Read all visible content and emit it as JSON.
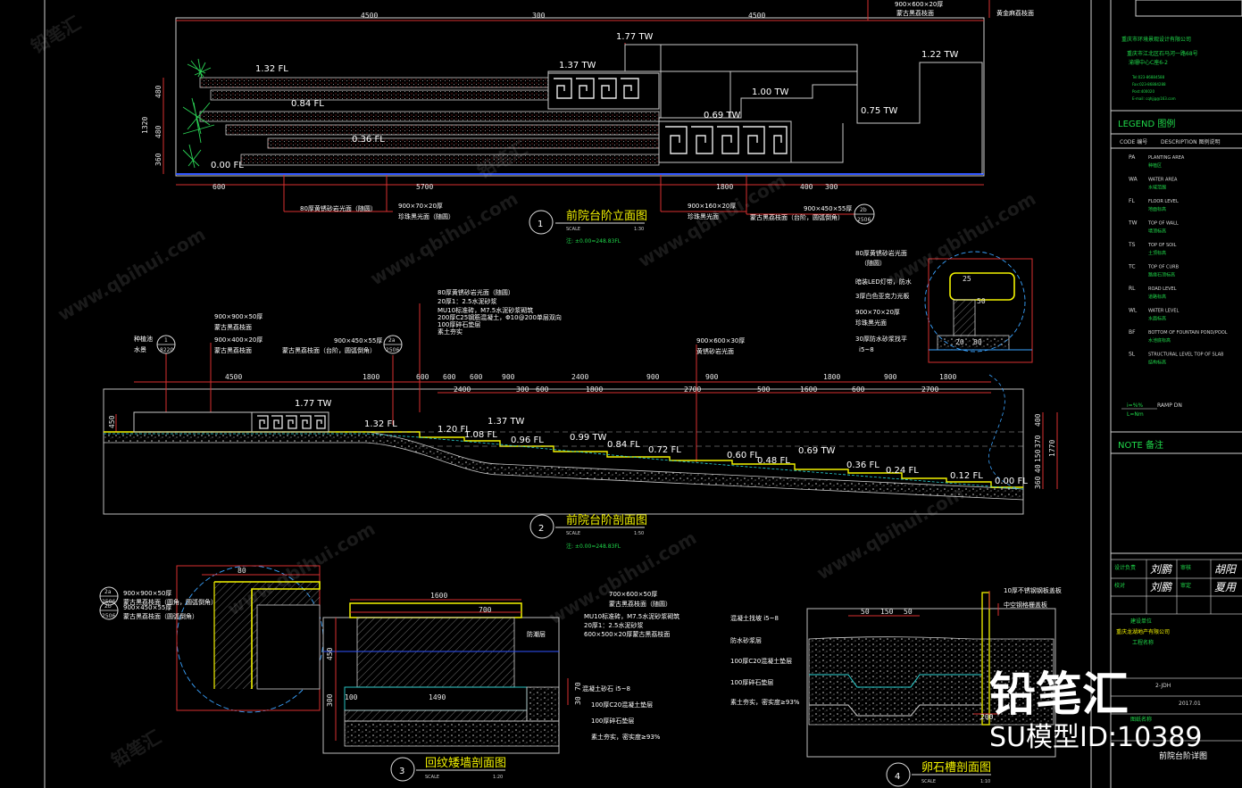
{
  "elevation": {
    "top_dims": [
      "4500",
      "300",
      "4500"
    ],
    "bottom_dims": [
      "600",
      "5700",
      "1800",
      "400",
      "300"
    ],
    "side_dims": [
      "480",
      "480",
      "360",
      "1320"
    ],
    "levels": [
      "1.77 TW",
      "1.32 FL",
      "0.84 FL",
      "0.36 FL",
      "0.00 FL",
      "1.37 TW",
      "1.00 TW",
      "0.69 TW",
      "1.22 TW",
      "0.75 TW"
    ],
    "top_notes": [
      "900×600×20厚",
      "蒙古黑荔枝面",
      "黄金麻荔枝面"
    ],
    "callouts": [
      "80厚黄锈砂岩光面（随圆）",
      "900×70×20厚",
      "珍珠黑光面（随圆）",
      "900×160×20厚",
      "珍珠黑光面",
      "900×450×55厚",
      "蒙古黑荔枝面（台阶，圆弧倒角）"
    ],
    "ref_tag": [
      "2b",
      "2506"
    ],
    "number": "1",
    "title": "前院台阶立面图",
    "scale_label": "SCALE",
    "scale": "1:30",
    "datum": "注: ±0.00=248.83FL"
  },
  "section": {
    "dims_top": [
      "4500",
      "1800",
      "600",
      "600",
      "600",
      "900",
      "2400",
      "900",
      "900",
      "1800",
      "900",
      "1800"
    ],
    "dims_top2": [
      "2400",
      "300",
      "600",
      "1800",
      "2700",
      "500",
      "1600",
      "600",
      "2700"
    ],
    "right_dims": [
      "400",
      "370",
      "150",
      "40",
      "360",
      "1770"
    ],
    "left_dim": "450",
    "levels": [
      "1.77 TW",
      "1.32 FL",
      "1.20 FL",
      "1.08 FL",
      "1.37 TW",
      "0.96 FL",
      "0.99 TW",
      "0.84 FL",
      "0.72 FL",
      "0.60 FL",
      "0.48 FL",
      "0.69 TW",
      "0.36 FL",
      "0.24 FL",
      "0.12 FL",
      "0.00 FL"
    ],
    "left_notes": [
      "种植池",
      "水景",
      "900×900×50厚",
      "蒙古黑荔枝面",
      "900×400×20厚",
      "蒙古黑荔枝面"
    ],
    "tag_1": [
      "1",
      "8220"
    ],
    "tag_2a": [
      "2a",
      "2506"
    ],
    "mid_notes": [
      "900×450×55厚",
      "蒙古黑荔枝面（台阶，圆弧倒角）"
    ],
    "stack_notes": [
      "80厚黄锈砂岩光面（随圆）",
      "20厚1：2.5水泥砂浆",
      "MU10标准砖，M7.5水泥砂浆砌筑",
      "200厚C25钢筋混凝土，Φ10@200单层双向",
      "100厚碎石垫层",
      "素土夯实"
    ],
    "right_note": [
      "900×600×30厚",
      "黄锈砂岩光面"
    ],
    "detail_notes": [
      "80厚黄锈砂岩光面",
      "（随圆）",
      "暗装LED灯带，防水",
      "3厚白色亚克力光板",
      "900×70×20厚",
      "珍珠黑光面",
      "30厚防水砂浆找平",
      "i5~8"
    ],
    "detail_dims": [
      "25",
      "50",
      "20",
      "80"
    ],
    "number": "2",
    "title": "前院台阶剖面图",
    "scale_label": "SCALE",
    "scale": "1:50",
    "datum": "注: ±0.00=248.83FL"
  },
  "wall": {
    "dims": [
      "80",
      "1600",
      "700",
      "450",
      "300",
      "100",
      "1490",
      "70",
      "30"
    ],
    "left_tags": [
      [
        "2a",
        "2506"
      ],
      [
        "2b",
        "2506"
      ]
    ],
    "left_notes": [
      "900×900×50厚",
      "蒙古黑荔枝面（圆角，圆弧倒角）",
      "900×450×55厚",
      "蒙古黑荔枝面（圆弧倒角）"
    ],
    "right_notes": [
      "700×600×50厚",
      "蒙古黑荔枝面（随圆）",
      "MU10标准砖，M7.5水泥砂浆砌筑",
      "20厚1：2.5水泥砂浆",
      "600×500×20厚蒙古黑荔枝面",
      "防潮层",
      "混凝土砂石 i5~8",
      "100厚C20混凝土垫层",
      "100厚碎石垫层",
      "素土夯实，密实度≥93%"
    ],
    "number": "3",
    "title": "回纹矮墙剖面图",
    "scale_label": "SCALE",
    "scale": "1:20"
  },
  "pebble": {
    "dims": [
      "50",
      "150",
      "50",
      "200"
    ],
    "top_notes": [
      "10厚不锈钢钢板盖板",
      "中空钢格栅盖板"
    ],
    "left_notes": [
      "混凝土找坡 i5~8",
      "防水砂浆层",
      "100厚C20混凝土垫层",
      "100厚碎石垫层",
      "素土夯实，密实度≥93%"
    ],
    "number": "4",
    "title": "卵石槽剖面图",
    "scale_label": "SCALE",
    "scale": "1:10"
  },
  "panel": {
    "company": "重庆市环境景观设计有限公司",
    "address": "重庆市江北区石马河一路68号",
    "address2": "渝珊中心C座6-2",
    "tel": "Tel:023-86884588",
    "fax": "Fax:023-86884288",
    "post": "Post:400020",
    "email": "E-mail: cqhjjg@163.com",
    "legend_title": "LEGEND 图例",
    "legend_header": [
      "CODE 编号",
      "DESCRIPTION 图例说明"
    ],
    "legend": [
      {
        "code": "PA",
        "en": "PLANTING AREA",
        "cn": "种植区"
      },
      {
        "code": "WA",
        "en": "WATER AREA",
        "cn": "水域范围"
      },
      {
        "code": "FL",
        "en": "FLOOR LEVEL",
        "cn": "地面标高"
      },
      {
        "code": "TW",
        "en": "TOP OF WALL",
        "cn": "墙顶标高"
      },
      {
        "code": "TS",
        "en": "TOP OF SOIL",
        "cn": "土顶标高"
      },
      {
        "code": "TC",
        "en": "TOP OF CURB",
        "cn": "路缘石顶标高"
      },
      {
        "code": "RL",
        "en": "ROAD LEVEL",
        "cn": "道路标高"
      },
      {
        "code": "WL",
        "en": "WATER LEVEL",
        "cn": "水面标高"
      },
      {
        "code": "BF",
        "en": "BOTTOM OF FOUNTAIN POND/POOL",
        "cn": "水池底标高"
      },
      {
        "code": "SL",
        "en": "STRUCTURAL LEVEL TOP OF SLAB",
        "cn": "结构标高"
      }
    ],
    "ramp_i": "i=%%",
    "ramp_l": "L=Nm",
    "ramp_label": "RAMP DN",
    "note_title": "NOTE 备注",
    "sign_labels": [
      "设计负责",
      "校对",
      "审核",
      "审定"
    ],
    "sign_values": [
      "刘鹏",
      "刘鹏",
      "胡阳",
      "夏用"
    ],
    "project_label": "建设单位",
    "project_name": "重庆龙湖地产有限公司",
    "project_sub": "工程名称",
    "project_code": "2-JDH",
    "project_date": "2017.01",
    "drawing_name_label": "图纸名称",
    "drawing_name": "前院台阶详图"
  },
  "watermark": "www.qbihui.com",
  "watermark_cn": "铅笔汇",
  "brand_cn": "铅笔汇",
  "brand_id": "SU模型ID:10389"
}
